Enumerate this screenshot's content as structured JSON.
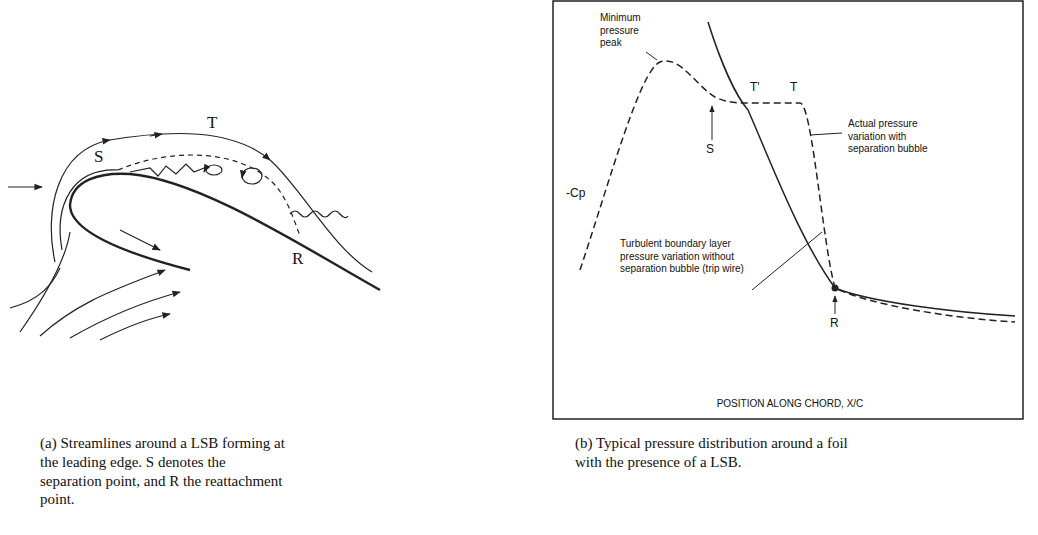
{
  "diagram": {
    "labels": [
      "S",
      "T",
      "R",
      "(a) Streamlines around a LSB forming at the leading edge. S denotes the separation point, and R the reattachment point.",
      "-Cp",
      "Minimum pressure peak",
      "S",
      "T'",
      "T",
      "Actual pressure variation with separation bubble",
      "Turbulent boundary layer pressure variation without separation bubble (trip wire)",
      "R",
      "POSITION ALONG CHORD, X/C",
      "(b) Typical pressure distribution around a foil with the presence of a LSB."
    ]
  }
}
